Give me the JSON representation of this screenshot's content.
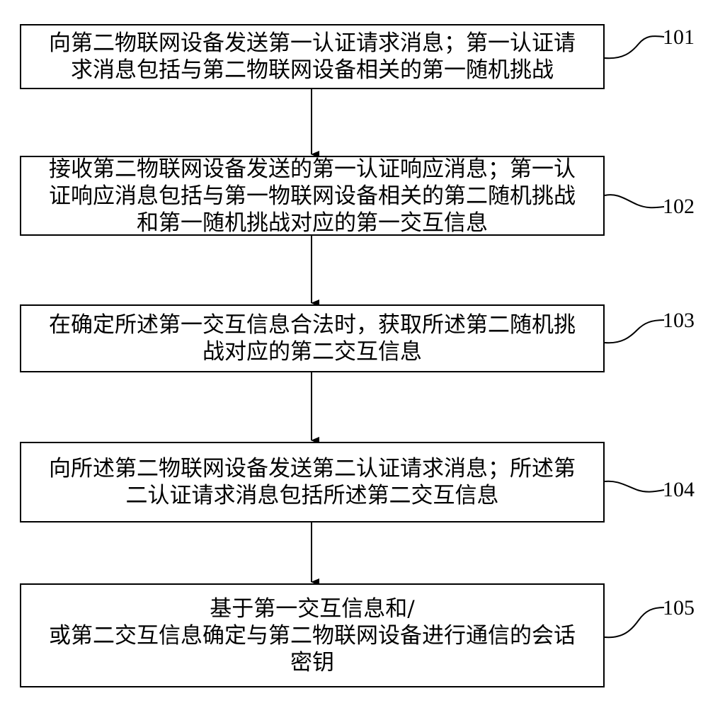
{
  "steps": [
    {
      "id": "101",
      "lines": [
        "向第二物联网设备发送第一认证请求消息；第一认证请",
        "求消息包括与第二物联网设备相关的第一随机挑战"
      ]
    },
    {
      "id": "102",
      "lines": [
        "接收第二物联网设备发送的第一认证响应消息；第一认",
        "证响应消息包括与第一物联网设备相关的第二随机挑战",
        "和第一随机挑战对应的第一交互信息"
      ]
    },
    {
      "id": "103",
      "lines": [
        "在确定所述第一交互信息合法时，获取所述第二随机挑",
        "战对应的第二交互信息"
      ]
    },
    {
      "id": "104",
      "lines": [
        "向所述第二物联网设备发送第二认证请求消息；所述第",
        "二认证请求消息包括所述第二交互信息"
      ]
    },
    {
      "id": "105",
      "lines": [
        "基于第一交互信息和/",
        "或第二交互信息确定与第二物联网设备进行通信的会话",
        "密钥"
      ]
    }
  ]
}
